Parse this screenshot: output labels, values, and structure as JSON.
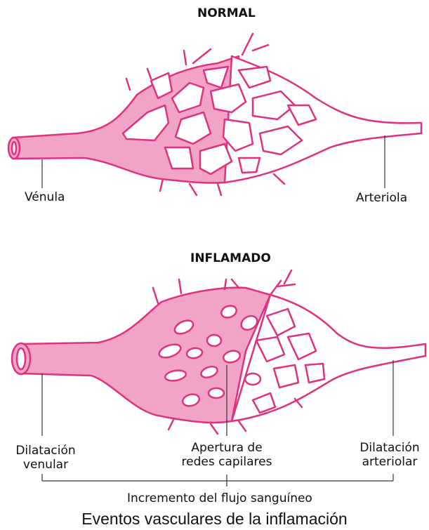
{
  "diagram": {
    "normal_title": "NORMAL",
    "inflamed_title": "INFLAMADO",
    "normal_labels": {
      "venule": "Vénula",
      "arteriole": "Arteriola"
    },
    "inflamed_labels": {
      "venular_dilation_line1": "Dilatación",
      "venular_dilation_line2": "venular",
      "capillary_opening_line1": "Apertura de",
      "capillary_opening_line2": "redes capilares",
      "arteriolar_dilation_line1": "Dilatación",
      "arteriolar_dilation_line2": "arteriolar"
    },
    "bracket_label": "Incremento del flujo sanguíneo",
    "caption": "Eventos vasculares de la inflamación"
  },
  "colors": {
    "vessel_stroke": "#e0317f",
    "vessel_fill_dark": "#f2a3c8",
    "vessel_fill_light": "#ffffff",
    "line": "#333333"
  }
}
